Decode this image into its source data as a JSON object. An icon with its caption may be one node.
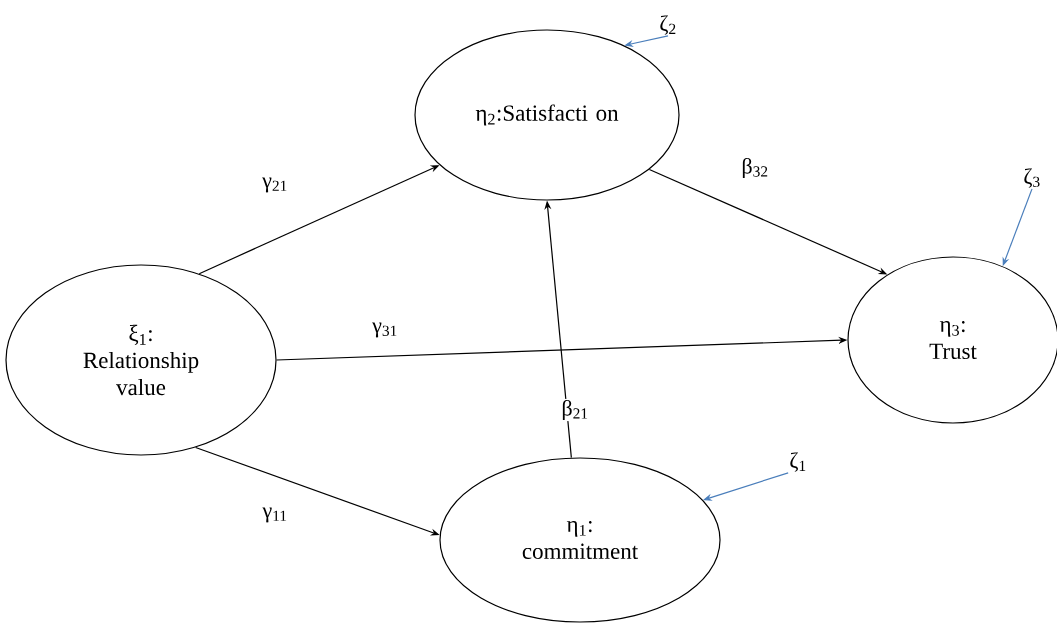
{
  "diagram": {
    "nodes": [
      {
        "text": [
          "ξ$_{1}$: Relationship value"
        ]
      },
      {
        "text": [
          "η$_{2}$:Satisfacti on"
        ]
      },
      {
        "text": [
          "η$_{3}$: Trust"
        ]
      },
      {
        "text": [
          "η$_{1}$: commitment"
        ]
      },
      {
        "text": [
          "ζ$_{2}$"
        ]
      },
      {
        "text": [
          "ζ$_{3}$"
        ]
      },
      {
        "text": [
          "ζ$_{1}$"
        ]
      }
    ],
    "edges": [
      {
        "from": 0,
        "to": 1,
        "arrow": "to",
        "label": "γ$_{21}$"
      },
      {
        "from": 1,
        "to": 2,
        "arrow": "to",
        "label": "β$_{32}$"
      },
      {
        "from": 0,
        "to": 2,
        "arrow": "to",
        "label": "γ$_{31}$"
      },
      {
        "from": 0,
        "to": 3,
        "arrow": "to",
        "label": "γ$_{11}$"
      },
      {
        "from": 3,
        "to": 1,
        "arrow": "to",
        "label": "β$_{21}$"
      },
      {
        "from": 4,
        "to": 1,
        "arrow": "to",
        "color": "#4a7ebb"
      },
      {
        "from": 5,
        "to": 2,
        "arrow": "to",
        "color": "#4a7ebb"
      },
      {
        "from": 6,
        "to": 3,
        "arrow": "to",
        "color": "#4a7ebb"
      }
    ]
  }
}
